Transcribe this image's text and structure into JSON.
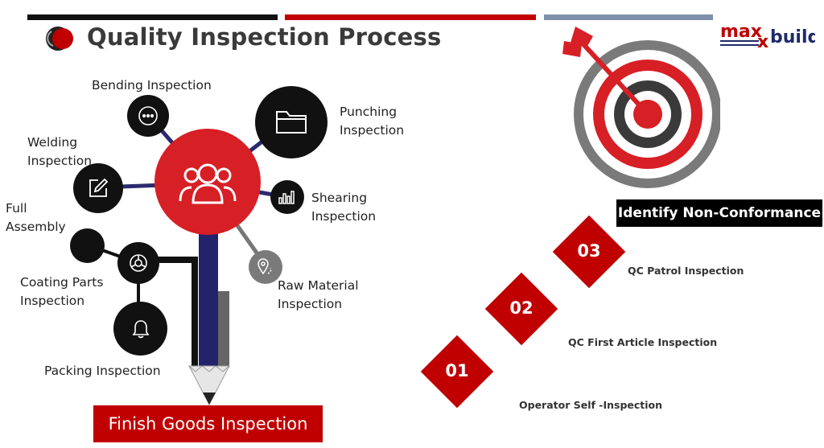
{
  "header": {
    "title": "Quality Inspection Process",
    "bar_colors": [
      "#111111",
      "#c00000",
      "#8090aa"
    ]
  },
  "brand": {
    "part1": "max",
    "part2": "x",
    "part3": "build",
    "primary_color": "#c00000",
    "secondary_color": "#1f2a6b"
  },
  "hub": {
    "icon": "users-icon",
    "color": "#d71f26"
  },
  "inspection_nodes": [
    {
      "label_line1": "Bending Inspection",
      "label_line2": "",
      "icon": "more-dots-icon"
    },
    {
      "label_line1": "Punching",
      "label_line2": "Inspection",
      "icon": "folder-icon"
    },
    {
      "label_line1": "Welding",
      "label_line2": "Inspection",
      "icon": "edit-icon"
    },
    {
      "label_line1": "Shearing",
      "label_line2": "Inspection",
      "icon": "bar-chart-icon"
    },
    {
      "label_line1": "Full",
      "label_line2": "Assembly",
      "icon": ""
    },
    {
      "label_line1": "Raw Material",
      "label_line2": "Inspection",
      "icon": "map-pin-icon"
    },
    {
      "label_line1": "Coating Parts",
      "label_line2": "Inspection",
      "icon": "gear-icon"
    },
    {
      "label_line1": "Packing Inspection",
      "label_line2": "",
      "icon": "bell-icon"
    }
  ],
  "finish": {
    "label": "Finish Goods Inspection"
  },
  "target": {
    "label": "Identify Non-Conformance",
    "icon": "target-arrow-icon"
  },
  "steps": [
    {
      "num": "01",
      "label": "Operator Self -Inspection"
    },
    {
      "num": "02",
      "label": "QC First Article Inspection"
    },
    {
      "num": "03",
      "label": "QC Patrol Inspection"
    }
  ],
  "accent_color": "#c00000"
}
